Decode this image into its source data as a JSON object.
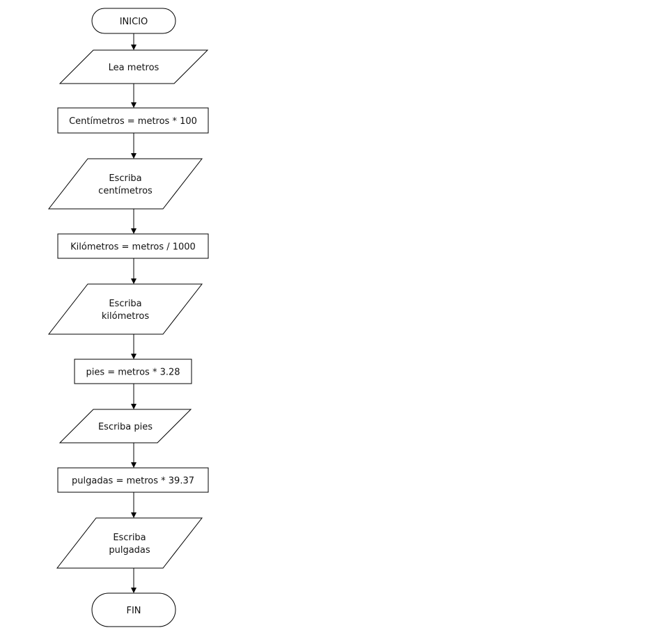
{
  "flowchart": {
    "nodes": [
      {
        "id": "start",
        "shape": "terminator",
        "lines": [
          "INICIO"
        ]
      },
      {
        "id": "read-meters",
        "shape": "input-output",
        "lines": [
          "Lea metros"
        ]
      },
      {
        "id": "calc-centimeters",
        "shape": "process",
        "lines": [
          "Centímetros = metros * 100"
        ]
      },
      {
        "id": "write-centimeters",
        "shape": "input-output",
        "lines": [
          "Escriba",
          "centímetros"
        ]
      },
      {
        "id": "calc-kilometers",
        "shape": "process",
        "lines": [
          "Kilómetros  = metros / 1000"
        ]
      },
      {
        "id": "write-kilometers",
        "shape": "input-output",
        "lines": [
          "Escriba",
          "kilómetros"
        ]
      },
      {
        "id": "calc-feet",
        "shape": "process",
        "lines": [
          "pies = metros * 3.28"
        ]
      },
      {
        "id": "write-feet",
        "shape": "input-output",
        "lines": [
          "Escriba pies"
        ]
      },
      {
        "id": "calc-inches",
        "shape": "process",
        "lines": [
          "pulgadas = metros * 39.37"
        ]
      },
      {
        "id": "write-inches",
        "shape": "input-output",
        "lines": [
          "Escriba",
          "pulgadas"
        ]
      },
      {
        "id": "end",
        "shape": "terminator",
        "lines": [
          "FIN"
        ]
      }
    ],
    "edges": [
      {
        "from": "start",
        "to": "read-meters"
      },
      {
        "from": "read-meters",
        "to": "calc-centimeters"
      },
      {
        "from": "calc-centimeters",
        "to": "write-centimeters"
      },
      {
        "from": "write-centimeters",
        "to": "calc-kilometers"
      },
      {
        "from": "calc-kilometers",
        "to": "write-kilometers"
      },
      {
        "from": "write-kilometers",
        "to": "calc-feet"
      },
      {
        "from": "calc-feet",
        "to": "write-feet"
      },
      {
        "from": "write-feet",
        "to": "calc-inches"
      },
      {
        "from": "calc-inches",
        "to": "write-inches"
      },
      {
        "from": "write-inches",
        "to": "end"
      }
    ]
  }
}
